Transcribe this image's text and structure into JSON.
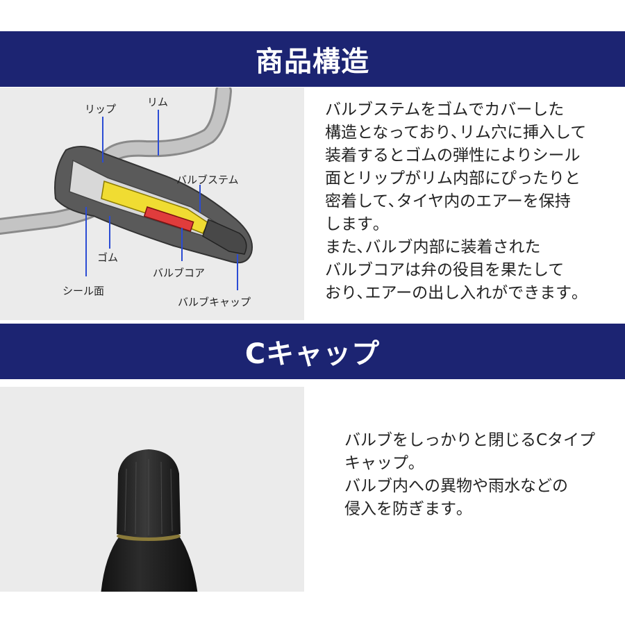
{
  "sections": {
    "structure": {
      "title": "商品構造",
      "diagram_labels": {
        "lip": "リップ",
        "rim": "リム",
        "valve_stem": "バルブステム",
        "rubber": "ゴム",
        "valve_core": "バルブコア",
        "seal_face": "シール面",
        "valve_cap": "バルブキャップ"
      },
      "description_lines": [
        "バルブステムをゴムでカバーした",
        "構造となっており､リム穴に挿入して",
        "装着するとゴムの弾性によりシール",
        "面とリップがリム内部にぴったりと",
        "密着して､タイヤ内のエアーを保持",
        "します｡",
        "また､バルブ内部に装着された",
        "バルブコアは弁の役目を果たして",
        "おり､エアーの出し入れができます｡"
      ]
    },
    "cap": {
      "title": "Cキャップ",
      "description_lines": [
        "バルブをしっかりと閉じるCタイプ",
        "キャップ｡",
        "バルブ内への異物や雨水などの",
        "侵入を防ぎます｡"
      ]
    }
  },
  "colors": {
    "banner": "#1c2472",
    "panel_bg": "#ebebeb",
    "rubber": "#5a5a5a",
    "rim": "#c4c4c4",
    "valve_stem": "#f0dc32",
    "valve_core": "#e03c3c",
    "pointer_line": "#2a4bd4"
  }
}
